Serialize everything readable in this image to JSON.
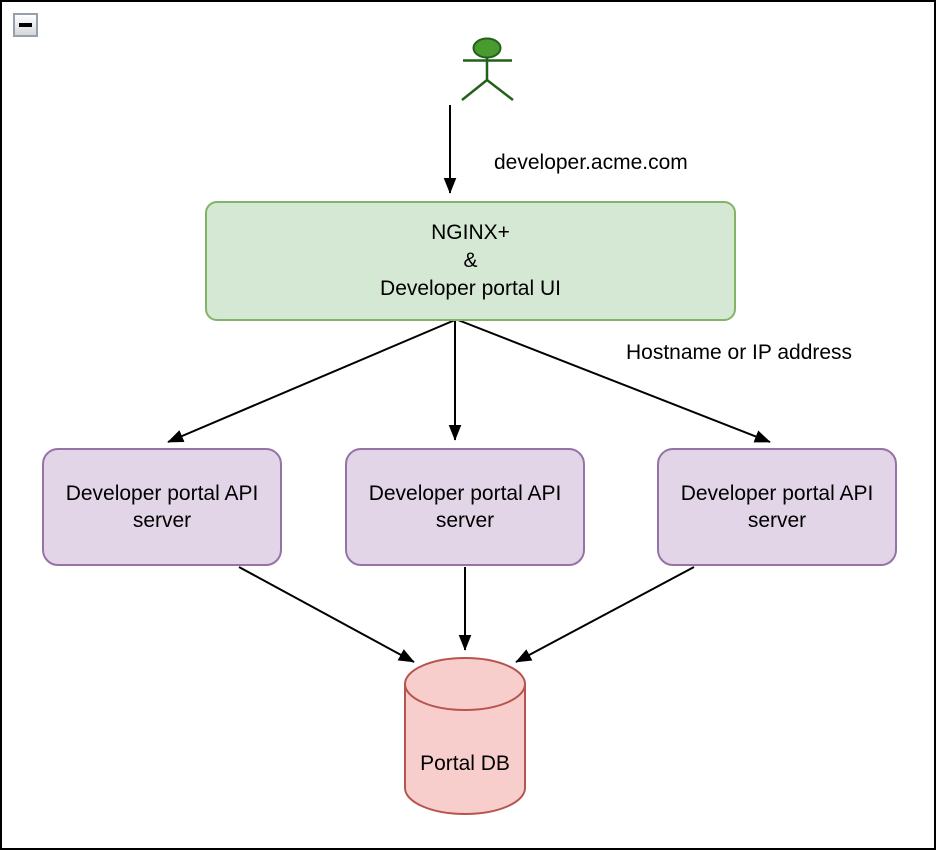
{
  "window": {
    "collapse_button_symbol": "−"
  },
  "colors": {
    "gateway_fill": "#d5e8d4",
    "gateway_stroke": "#82b366",
    "api_fill": "#e1d5e7",
    "api_stroke": "#9673a6",
    "db_fill": "#f8cecc",
    "db_stroke": "#b85450",
    "actor_fill": "#4a9b2f",
    "actor_stroke": "#23611a",
    "arrow": "#000000"
  },
  "labels": {
    "domain": "developer.acme.com",
    "routing": "Hostname or IP address"
  },
  "nodes": {
    "gateway": {
      "lines": [
        "NGINX+",
        "&",
        "Developer portal UI"
      ]
    },
    "api_servers": [
      {
        "lines": [
          "Developer portal API",
          "server"
        ]
      },
      {
        "lines": [
          "Developer portal API",
          "server"
        ]
      },
      {
        "lines": [
          "Developer portal API",
          "server"
        ]
      }
    ],
    "database": {
      "label": "Portal DB"
    }
  }
}
